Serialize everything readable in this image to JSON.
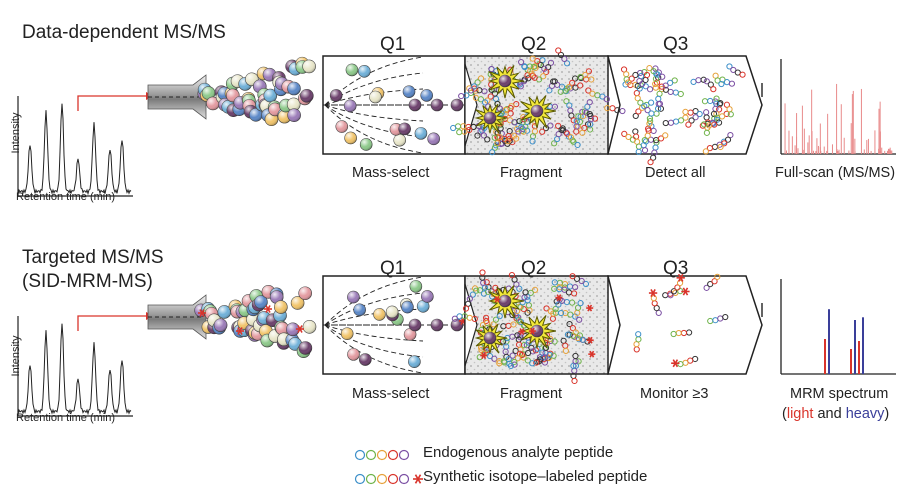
{
  "sections": [
    {
      "title": "Data-dependent MS/MS",
      "title_line2": "",
      "stages": [
        "Q1",
        "Q2",
        "Q3"
      ],
      "captions": [
        "Mass-select",
        "Fragment",
        "Detect all"
      ],
      "output_caption": "Full-scan (MS/MS)",
      "chromatogram": {
        "ylabel": "Intensity",
        "xlabel": "Retention time (min)"
      }
    },
    {
      "title": "Targeted MS/MS",
      "title_line2": "(SID-MRM-MS)",
      "stages": [
        "Q1",
        "Q2",
        "Q3"
      ],
      "captions": [
        "Mass-select",
        "Fragment",
        "Monitor ≥3"
      ],
      "output_caption": "MRM spectrum",
      "output_caption_parts": [
        "(",
        "light",
        " and ",
        "heavy",
        ")"
      ],
      "chromatogram": {
        "ylabel": "Intensity",
        "xlabel": "Retention time (min)"
      }
    }
  ],
  "legend": [
    {
      "label": "Endogenous analyte peptide",
      "marker": "circle-chain"
    },
    {
      "label": "Synthetic isotope–labeled peptide",
      "marker": "circle-chain-star"
    }
  ],
  "colors": {
    "arrow": "#d9342b",
    "light": "#d9342b",
    "heavy": "#3a3f9a",
    "spectrum_pink": "#e88a8a",
    "ion_colors": [
      "#9b7bb8",
      "#6fb0d8",
      "#f1c46a",
      "#8dc98a",
      "#e39aa0",
      "#6b3f6b",
      "#e8e6c9",
      "#5a87c7"
    ]
  }
}
